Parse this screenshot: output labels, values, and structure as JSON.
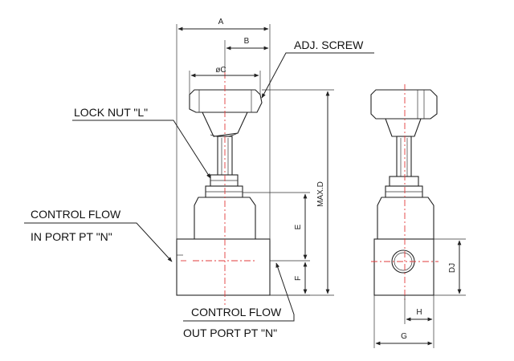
{
  "labels": {
    "adj_screw": "ADJ. SCREW",
    "lock_nut": "LOCK   NUT \"L\"",
    "control_flow_in": "CONTROL FLOW",
    "in_port": "IN PORT PT \"N\"",
    "control_flow_out": "CONTROL FLOW",
    "out_port": "OUT PORT PT \"N\""
  },
  "dimensions": {
    "a": "A",
    "b": "B",
    "c": "øC",
    "d": "MAX.D",
    "e": "E",
    "f": "F",
    "dj": "DJ",
    "g": "G",
    "h": "H"
  },
  "colors": {
    "line": "#222222",
    "centerline": "#e23b3b",
    "background": "#ffffff"
  }
}
